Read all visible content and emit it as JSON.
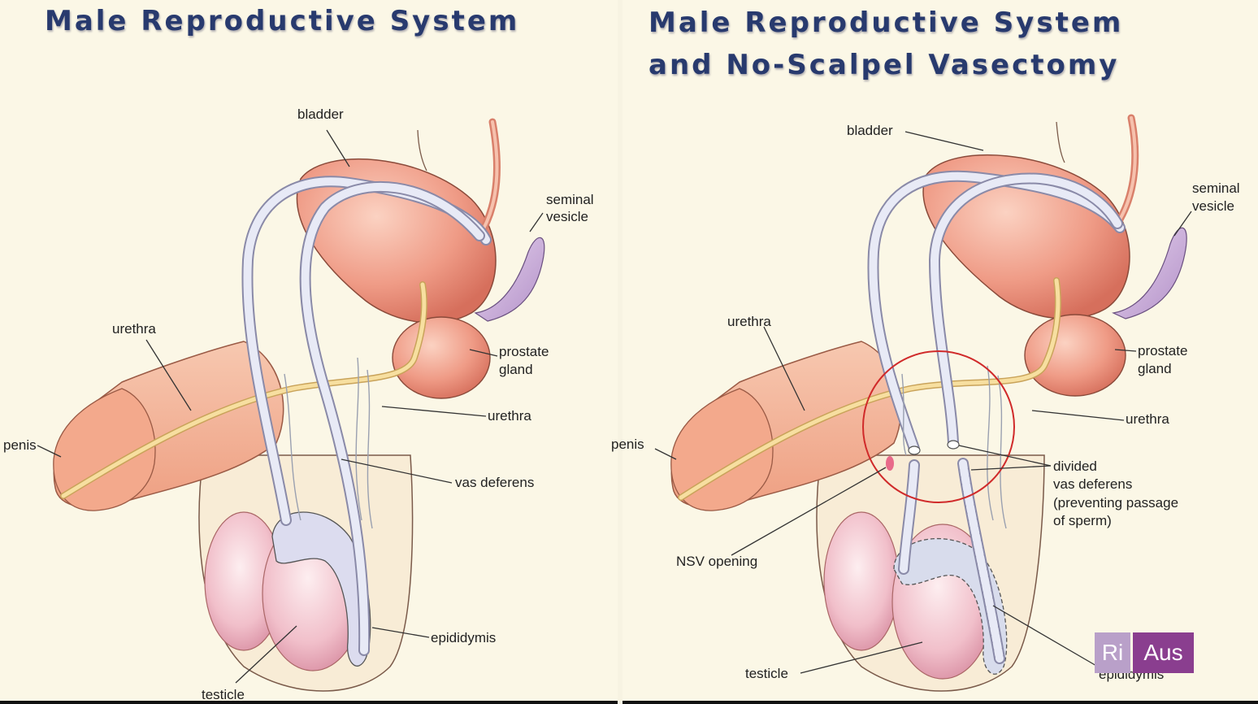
{
  "left_panel": {
    "title": "Male Reproductive System",
    "labels": {
      "bladder": "bladder",
      "seminal_line1": "seminal",
      "seminal_line2": "vesicle",
      "urethra_top": "urethra",
      "prostate_line1": "prostate",
      "prostate_line2": "gland",
      "urethra_right": "urethra",
      "penis": "penis",
      "vas_deferens": "vas deferens",
      "epididymis": "epididymis",
      "testicle": "testicle"
    }
  },
  "right_panel": {
    "title_line1": "Male Reproductive System",
    "title_line2": "and No-Scalpel Vasectomy",
    "labels": {
      "bladder": "bladder",
      "seminal_line1": "seminal",
      "seminal_line2": "vesicle",
      "urethra_top": "urethra",
      "prostate_line1": "prostate",
      "prostate_line2": "gland",
      "urethra_right": "urethra",
      "penis": "penis",
      "divided_line1": "divided",
      "divided_line2": "vas deferens",
      "divided_line3": "(preventing passage",
      "divided_line4": "of sperm)",
      "nsv_opening": "NSV opening",
      "testicle": "testicle",
      "epididymis": "epididymis"
    }
  },
  "badge": {
    "left": "Ri",
    "right": "Aus"
  },
  "colors": {
    "background": "#fbf7e6",
    "title": "#283a6e",
    "organ_salmon": "#ef9b86",
    "organ_pink": "#f4c8cf",
    "vas_grey": "#dcdff0",
    "seminal_lavender": "#c7aed6",
    "urethra_yellow": "#f7dfa0",
    "highlight_circle": "#d02a2a",
    "badge_light": "#b9a0c9",
    "badge_dark": "#8a3e8f"
  }
}
